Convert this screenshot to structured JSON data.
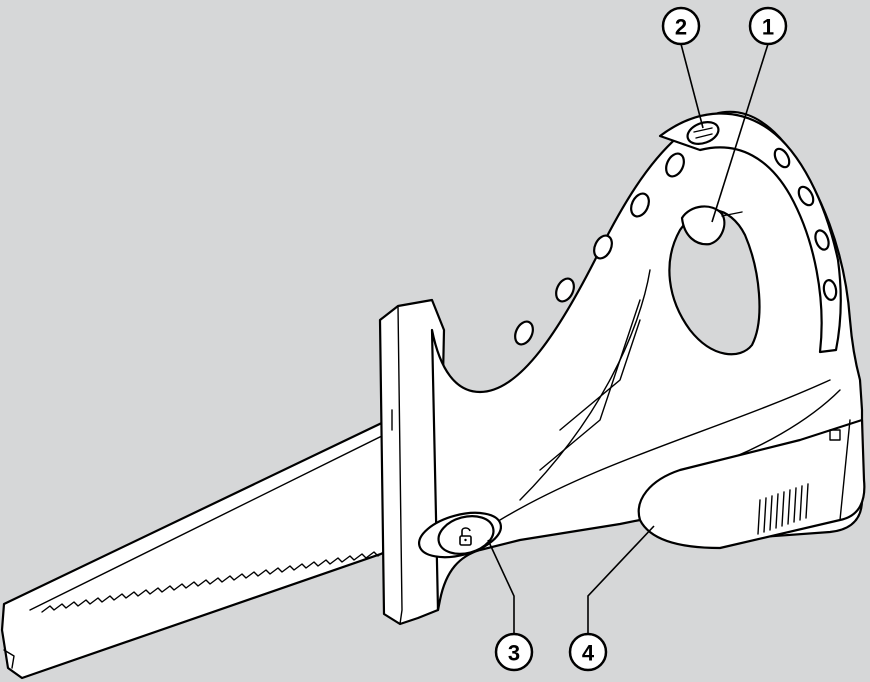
{
  "colors": {
    "background": "#d6d7d8",
    "tool_fill": "#ffffff",
    "outline": "#000000"
  },
  "callouts": [
    {
      "id": "1",
      "label": "1",
      "part": "trigger"
    },
    {
      "id": "2",
      "label": "2",
      "part": "speed-dial"
    },
    {
      "id": "3",
      "label": "3",
      "part": "blade-release-lock"
    },
    {
      "id": "4",
      "label": "4",
      "part": "battery-pack"
    }
  ],
  "icons": {
    "lock": "unlock-padlock-icon"
  }
}
